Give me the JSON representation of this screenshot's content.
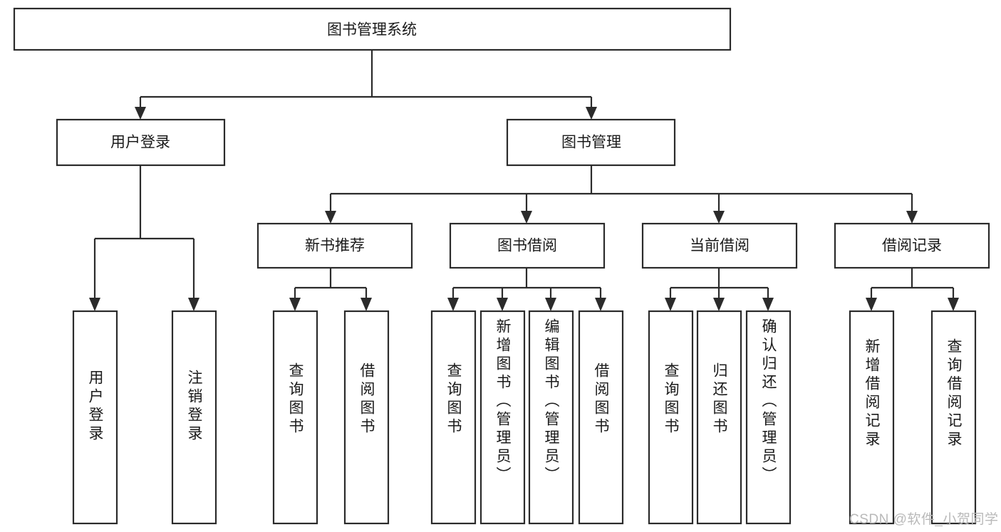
{
  "diagram": {
    "type": "hierarchy-tree",
    "title": "图书管理系统",
    "orientation": "top-down",
    "levels": 4,
    "root": {
      "id": "root",
      "label": "图书管理系统"
    },
    "level2": [
      {
        "id": "user-login",
        "label": "用户登录"
      },
      {
        "id": "book-manage",
        "label": "图书管理"
      }
    ],
    "level3": [
      {
        "id": "new-book-rec",
        "label": "新书推荐",
        "parent": "book-manage"
      },
      {
        "id": "book-borrow",
        "label": "图书借阅",
        "parent": "book-manage"
      },
      {
        "id": "current-borrow",
        "label": "当前借阅",
        "parent": "book-manage"
      },
      {
        "id": "borrow-record",
        "label": "借阅记录",
        "parent": "book-manage"
      }
    ],
    "leaves": [
      {
        "id": "leaf-user-login",
        "label": "用户登录",
        "parent": "user-login"
      },
      {
        "id": "leaf-logout",
        "label": "注销登录",
        "parent": "user-login"
      },
      {
        "id": "leaf-query-book-1",
        "label": "查询图书",
        "parent": "new-book-rec"
      },
      {
        "id": "leaf-borrow-book-1",
        "label": "借阅图书",
        "parent": "new-book-rec"
      },
      {
        "id": "leaf-query-book-2",
        "label": "查询图书",
        "parent": "book-borrow"
      },
      {
        "id": "leaf-add-book",
        "label": "新增图书（管理员）",
        "parent": "book-borrow"
      },
      {
        "id": "leaf-edit-book",
        "label": "编辑图书（管理员）",
        "parent": "book-borrow"
      },
      {
        "id": "leaf-borrow-book-2",
        "label": "借阅图书",
        "parent": "book-borrow"
      },
      {
        "id": "leaf-query-book-3",
        "label": "查询图书",
        "parent": "current-borrow"
      },
      {
        "id": "leaf-return-book",
        "label": "归还图书",
        "parent": "current-borrow"
      },
      {
        "id": "leaf-confirm-return",
        "label": "确认归还（管理员）",
        "parent": "current-borrow"
      },
      {
        "id": "leaf-add-record",
        "label": "新增借阅记录",
        "parent": "borrow-record"
      },
      {
        "id": "leaf-query-record",
        "label": "查询借阅记录",
        "parent": "borrow-record"
      }
    ]
  },
  "watermark": {
    "text": "CSDN @软件_小贺同学"
  },
  "colors": {
    "background": "#ffffff",
    "box_fill": "#ffffff",
    "box_stroke": "#2b2b2b",
    "text": "#1a1a1a",
    "watermark": "#b9b9b9"
  }
}
